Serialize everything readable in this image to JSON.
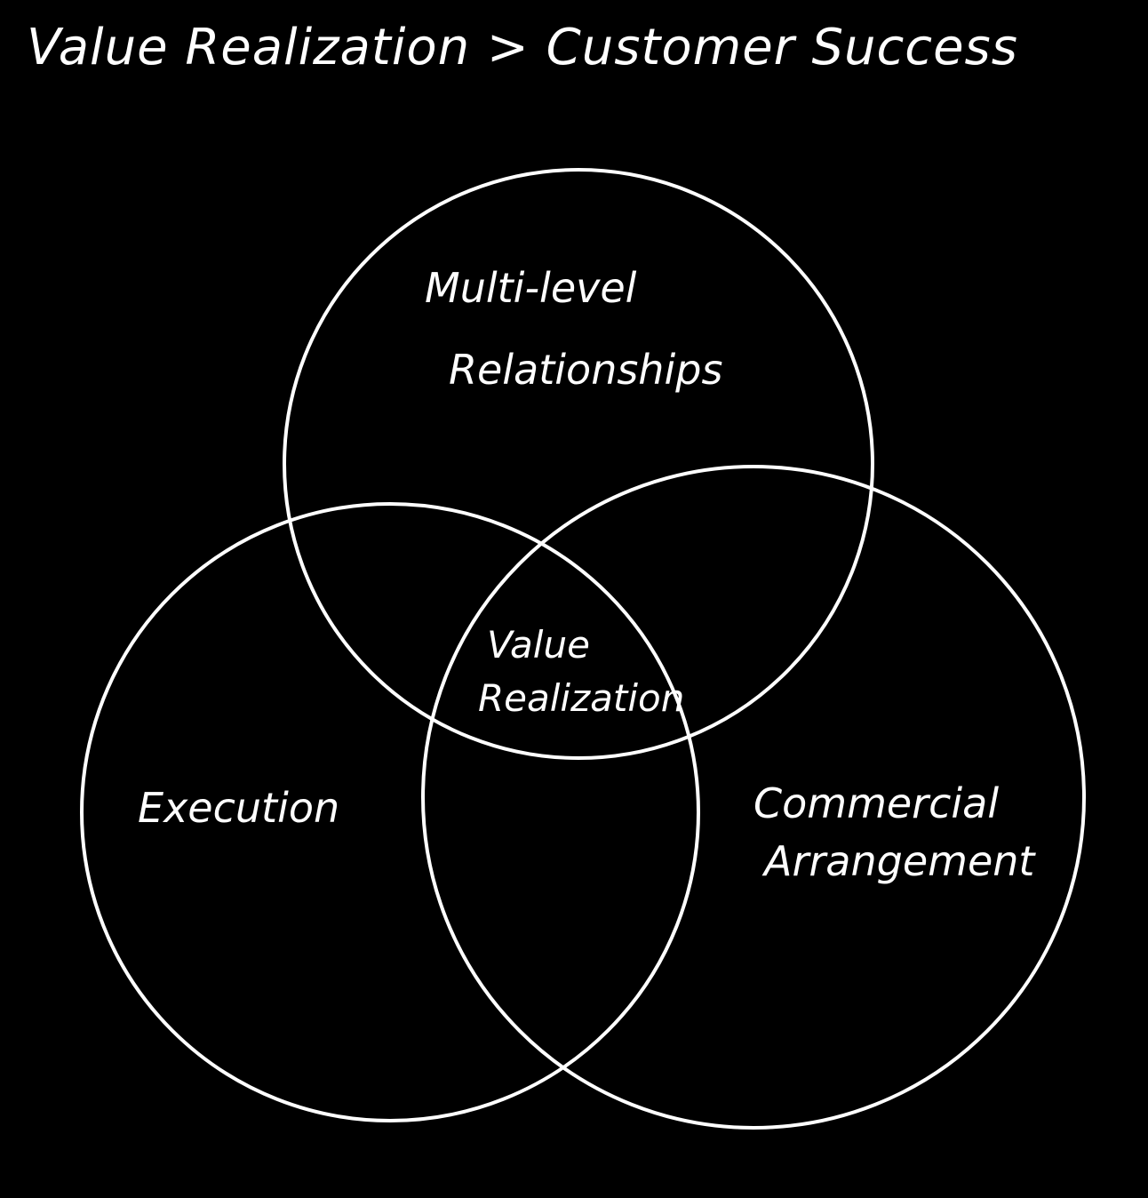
{
  "title": "Value Realization > Customer Success",
  "circles": {
    "top": {
      "line1": "Multi-level",
      "line2": "Relationships"
    },
    "left": {
      "label": "Execution"
    },
    "right": {
      "line1": "Commercial",
      "line2": "Arrangement"
    }
  },
  "center": {
    "line1": "Value",
    "line2": "Realization"
  },
  "colors": {
    "background": "#000000",
    "stroke": "#ffffff",
    "text": "#ffffff"
  }
}
